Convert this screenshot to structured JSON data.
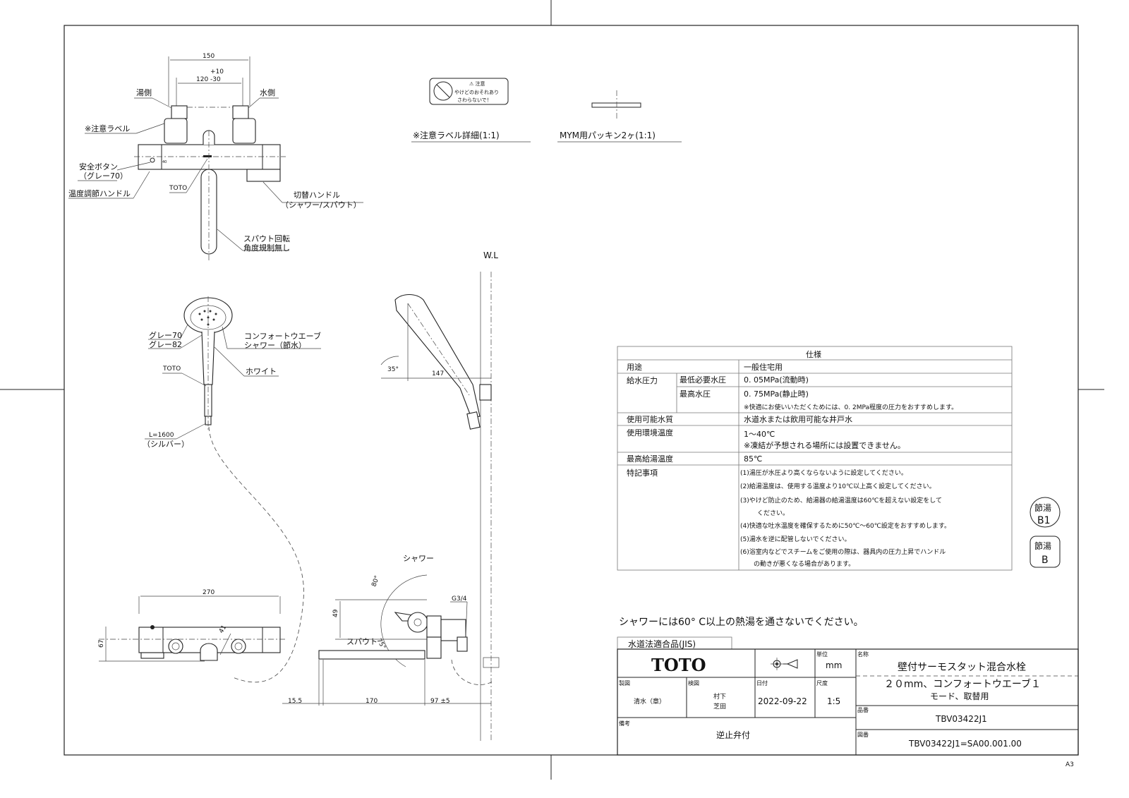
{
  "sheet": {
    "size_mark": "A3"
  },
  "front_view": {
    "dim_150": "150",
    "dim_120": "120",
    "tol_plus": "+10",
    "tol_minus": "-30",
    "hot_side": "湯側",
    "cold_side": "水側",
    "caution_label": "※注意ラベル",
    "safety_button": "安全ボタン",
    "safety_button_color": "（グレー70）",
    "temp_handle": "温度調節ハンドル",
    "toto_mark": "TOTO",
    "switch_handle": "切替ハンドル",
    "switch_handle_note": "（シャワー/スパウト）",
    "spout_rotation": "スパウト回転",
    "spout_rotation_note": "角度規制無し",
    "dial_mark": "40"
  },
  "details": {
    "caution_label_detail": "※注意ラベル詳細(1:1)",
    "caution_label_text": [
      "⚠ 注意",
      "やけどのおそれあり",
      "さわらないで！"
    ],
    "packing": "MYM用パッキン2ヶ(1:1)"
  },
  "shower": {
    "gray70": "グレー70",
    "gray82": "グレー82",
    "comfort_wave": "コンフォートウエーブ",
    "comfort_wave_note": "シャワー（節水）",
    "toto": "TOTO",
    "white": "ホワイト",
    "hose_length": "L=1600",
    "hose_color": "（シルバー）",
    "wl": "W.L",
    "angle_35": "35°",
    "dim_147": "147"
  },
  "bottom_view": {
    "dim_270": "270",
    "dim_67": "67",
    "dim_41": "41"
  },
  "side_view": {
    "shower": "シャワー",
    "spout": "スパウト",
    "angle_80": "80°",
    "angle_75": "75°",
    "dim_49": "49",
    "g34": "G3/4",
    "dim_15_5": "15.5",
    "dim_170": "170",
    "dim_97": "97 ±5"
  },
  "spec_table": {
    "title": "仕様",
    "rows": [
      {
        "label": "用途",
        "value": "一般住宅用"
      },
      {
        "label": "給水圧力",
        "sub": "最低必要水圧",
        "value": "0. 05MPa(流動時)"
      },
      {
        "sub": "最高水圧",
        "value": "0. 75MPa(静止時)",
        "note": "※快適にお使いいただくためには、0. 2MPa程度の圧力をおすすめします。"
      },
      {
        "label": "使用可能水質",
        "value": "水道水または飲用可能な井戸水"
      },
      {
        "label": "使用環境温度",
        "value": "1～40℃",
        "note": "※凍結が予想される場所には設置できません。"
      },
      {
        "label": "最高給湯温度",
        "value": "85℃"
      },
      {
        "label": "特記事項",
        "items": [
          "(1)湯圧が水圧より高くならないように設定してください。",
          "(2)給湯温度は、使用する温度より10℃以上高く設定してください。",
          "(3)やけど防止のため、給湯器の給湯温度は60℃を超えない設定をして",
          "ください。",
          "(4)快適な吐水温度を確保するために50℃～60℃設定をおすすめします。",
          "(5)湯水を逆に配管しないでください。",
          "(6)浴室内などでスチームをご使用の際は、器具内の圧力上昇でハンドル",
          "の動きが悪くなる場合があります。"
        ]
      }
    ]
  },
  "badges": [
    {
      "top": "節湯",
      "bottom": "B1"
    },
    {
      "top": "節湯",
      "bottom": "B"
    }
  ],
  "warning": "シャワーには60° C以上の熱湯を通さないでください。",
  "title_block": {
    "jis": "水道法適合品(JIS)",
    "logo": "TOTO",
    "unit_label": "単位",
    "unit": "mm",
    "name_label": "名称",
    "name": "壁付サーモスタット混合水栓",
    "desc_line1": "２０mm、コンフォートウエーブ１",
    "desc_line2": "モード、取替用",
    "drawn_label": "製図",
    "drawn": "清水（章）",
    "checked_label": "検図",
    "checked1": "村下",
    "checked2": "芝田",
    "date_label": "日付",
    "date": "2022-09-22",
    "scale_label": "尺度",
    "scale": "1:5",
    "part_label": "品番",
    "part_no": "TBV03422J1",
    "remarks_label": "備考",
    "remarks": "逆止弁付",
    "drawing_label": "図番",
    "drawing_no": "TBV03422J1=SA00.001.00"
  }
}
